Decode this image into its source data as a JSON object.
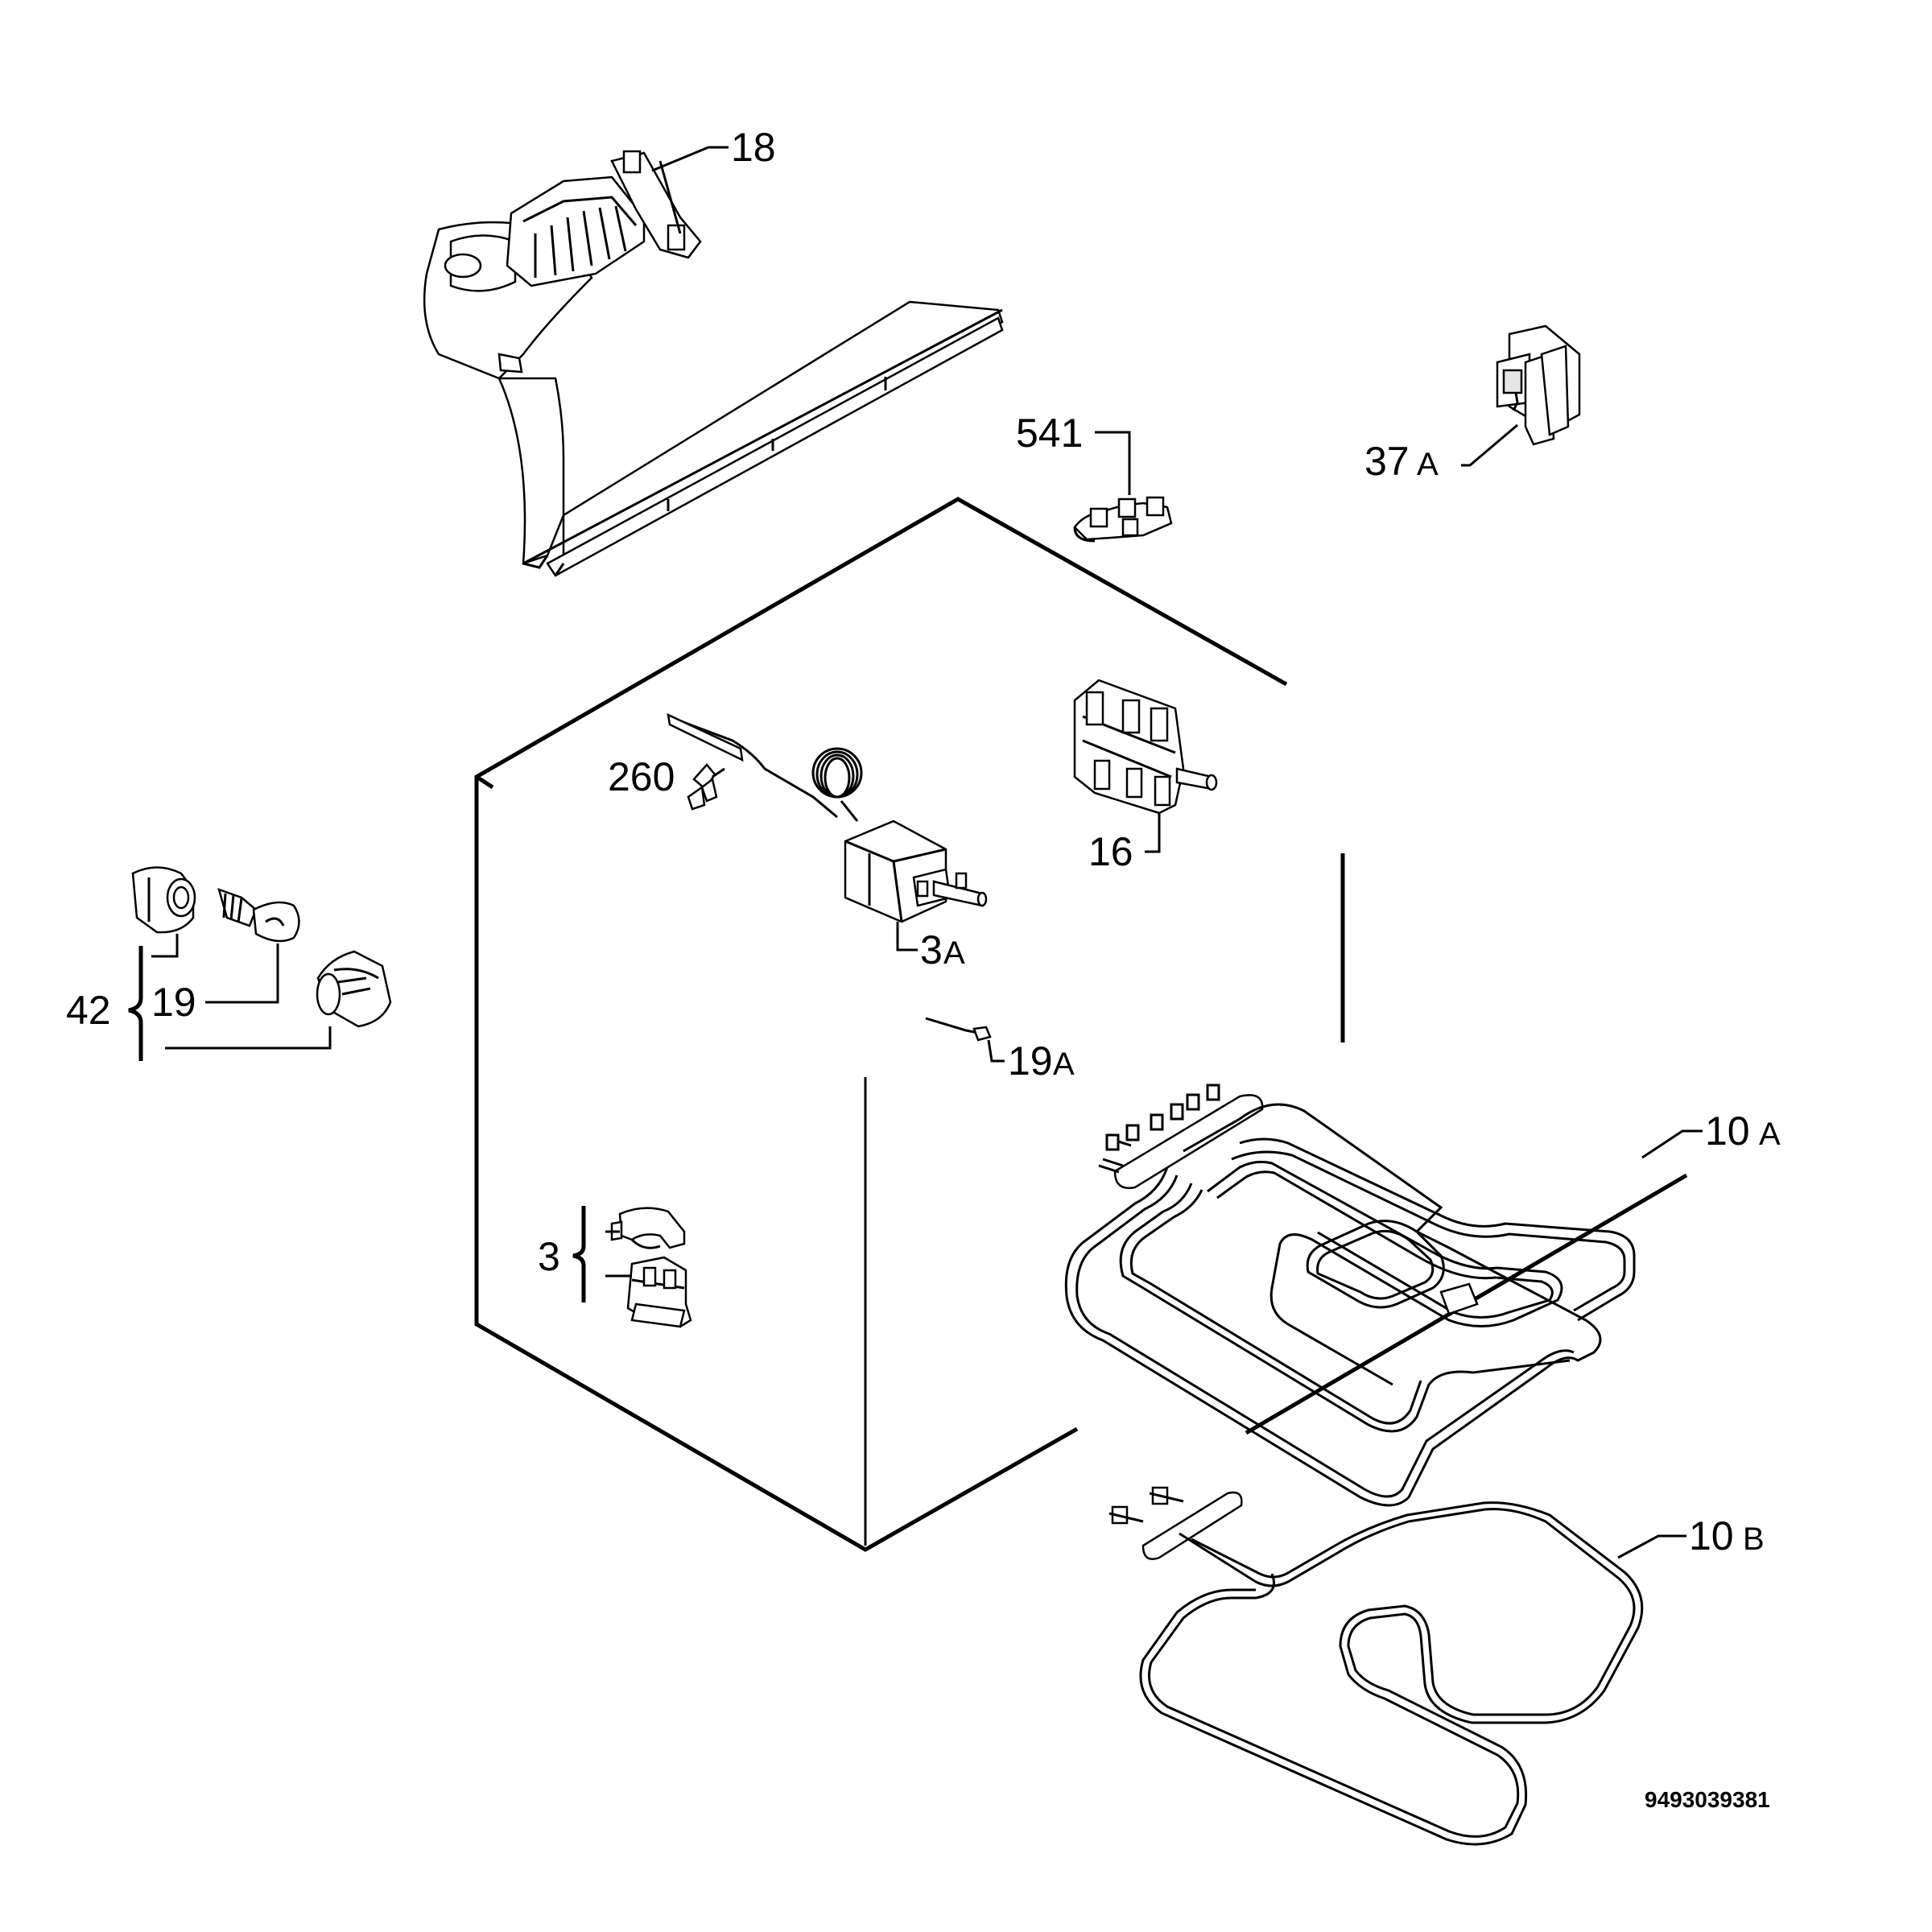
{
  "labels": {
    "l18": "18",
    "l541": "541",
    "l37": "37",
    "l37s": "A",
    "l260": "260",
    "l16": "16",
    "l3a": "3",
    "l3as": "A",
    "l42": "42",
    "l19": "19",
    "l19a": "19",
    "l19as": "A",
    "l10a": "10",
    "l10as": "A",
    "l10b": "10",
    "l10bs": "B",
    "l3": "3"
  },
  "drawing_code": "9493039381"
}
